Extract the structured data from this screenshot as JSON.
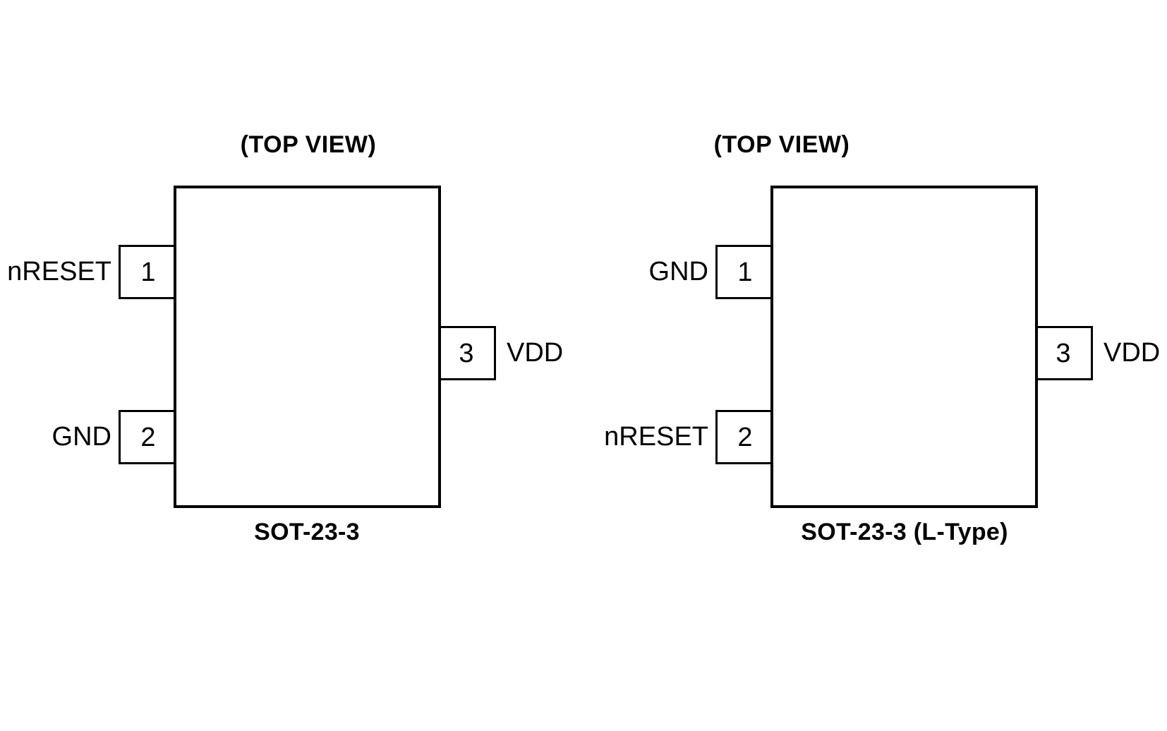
{
  "figure": {
    "type": "pin-configuration-diagram",
    "background_color": "#ffffff",
    "line_color": "#000000",
    "packages": [
      {
        "id": "sot23-3-standard",
        "view_title": "(TOP VIEW)",
        "caption": "SOT-23-3",
        "pins": [
          {
            "number": "1",
            "name": "nRESET",
            "side": "left"
          },
          {
            "number": "2",
            "name": "GND",
            "side": "left"
          },
          {
            "number": "3",
            "name": "VDD",
            "side": "right"
          }
        ]
      },
      {
        "id": "sot23-3-l-type",
        "view_title": "(TOP VIEW)",
        "caption": "SOT-23-3 (L-Type)",
        "pins": [
          {
            "number": "1",
            "name": "GND",
            "side": "left"
          },
          {
            "number": "2",
            "name": "nRESET",
            "side": "left"
          },
          {
            "number": "3",
            "name": "VDD",
            "side": "right"
          }
        ]
      }
    ]
  }
}
